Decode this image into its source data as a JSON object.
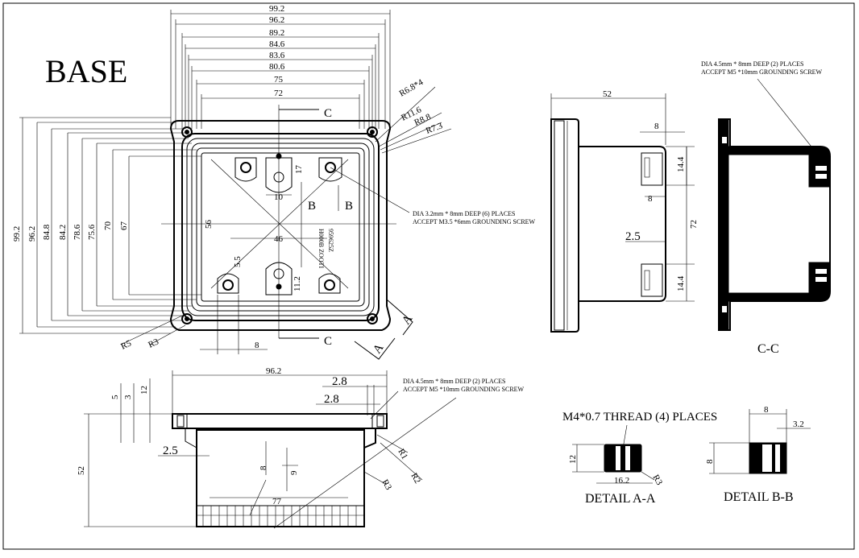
{
  "title": "BASE",
  "top_view": {
    "width_dims": [
      "99.2",
      "96.2",
      "89.2",
      "84.6",
      "83.6",
      "80.6",
      "75",
      "72"
    ],
    "height_dims": [
      "99.2",
      "96.2",
      "84.8",
      "84.2",
      "78.6",
      "75.6",
      "70",
      "67"
    ],
    "radii": [
      "R6.8*4",
      "R11.6",
      "R8.8",
      "R7.3"
    ],
    "corner_radii": [
      "R5",
      "R3"
    ],
    "inner_dims": {
      "d17": "17",
      "d10": "10",
      "d56": "56",
      "d46": "46",
      "d5_5": "5.5",
      "d11_2": "11.2",
      "d8": "8"
    },
    "section_marks": {
      "c_top": "C",
      "c_bottom": "C",
      "b_left": "B",
      "b_right": "B",
      "a_upper": "A",
      "a_lower": "A"
    },
    "note_holes": {
      "line1": "DIA 3.2mm * 8mm DEEP (6) PLACES",
      "line2": "ACCEPT M3.5 *6mm GROUNDING SCREW"
    },
    "stamp": {
      "line1": "H000B ZOOTI",
      "line2": "959625Z"
    }
  },
  "front_view": {
    "width": "96.2",
    "right_dims": [
      "2.8",
      "2.8"
    ],
    "left_dims": [
      "5",
      "3",
      "12"
    ],
    "offset": "2.5",
    "height": "52",
    "inner_dims": {
      "d8": "8",
      "d9": "9"
    },
    "bottom": "77",
    "radii": [
      "R1",
      "R2",
      "R3"
    ],
    "note": {
      "line1": "DIA 4.5mm * 8mm DEEP (2) PLACES",
      "line2": "ACCEPT M5 *10mm GROUNDING SCREW"
    }
  },
  "side_view": {
    "width": "52",
    "dims": [
      "8",
      "8",
      "14.4",
      "72",
      "2.5",
      "14.4"
    ]
  },
  "section_cc": {
    "label": "C-C",
    "note": {
      "line1": "DIA 4.5mm * 8mm DEEP (2) PLACES",
      "line2": "ACCEPT M5 *10mm GROUNDING SCREW"
    }
  },
  "detail_aa": {
    "thread_note": "M4*0.7 THREAD (4) PLACES",
    "height": "12",
    "width": "16.2",
    "radius": "R3",
    "label": "DETAIL A-A"
  },
  "detail_bb": {
    "top": "8",
    "right": "3.2",
    "left": "8",
    "label": "DETAIL B-B"
  }
}
